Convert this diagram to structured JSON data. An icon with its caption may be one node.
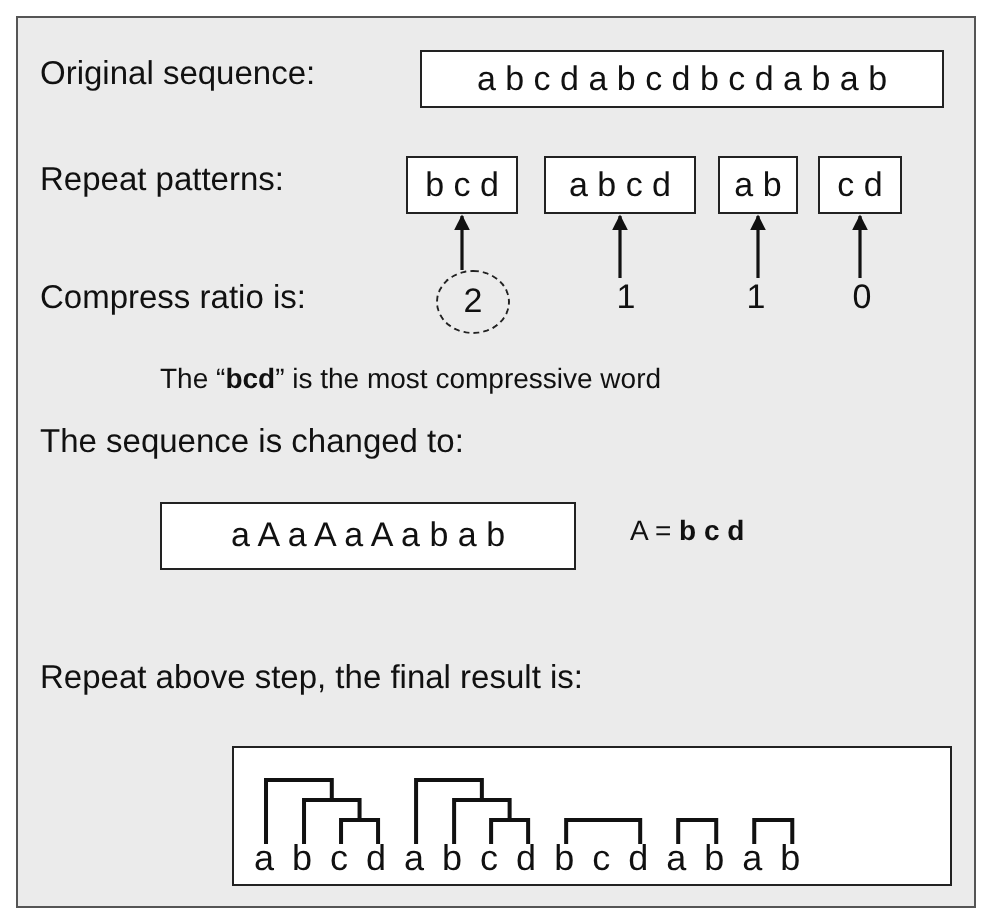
{
  "diagram": {
    "nodes": [
      {
        "text": [
          "a b c d a b c d b c d a b a b"
        ]
      },
      {
        "text": [
          "b c d"
        ]
      },
      {
        "text": [
          "a b c d"
        ]
      },
      {
        "text": [
          "a b"
        ]
      },
      {
        "text": [
          "c d"
        ]
      },
      {
        "text": [
          "2"
        ]
      },
      {
        "text": [
          "1"
        ]
      },
      {
        "text": [
          "1"
        ]
      },
      {
        "text": [
          "0"
        ]
      },
      {
        "text": [
          "a A a A a A a b a b"
        ]
      },
      {
        "text": [
          "a b c d a b c d b c d a b a b"
        ]
      }
    ],
    "edges": [
      {
        "from": 5,
        "to": 1,
        "arrow": "to"
      },
      {
        "from": 6,
        "to": 2,
        "arrow": "to"
      },
      {
        "from": 7,
        "to": 3,
        "arrow": "to"
      },
      {
        "from": 8,
        "to": 4,
        "arrow": "to"
      }
    ],
    "labels": [
      "Original sequence:",
      "Repeat patterns:",
      "Compress ratio is:",
      "The “**bcd**” is the most compressive word",
      "The sequence is changed to:",
      "A = **b c d**",
      "Repeat above step, the final result is:"
    ]
  }
}
